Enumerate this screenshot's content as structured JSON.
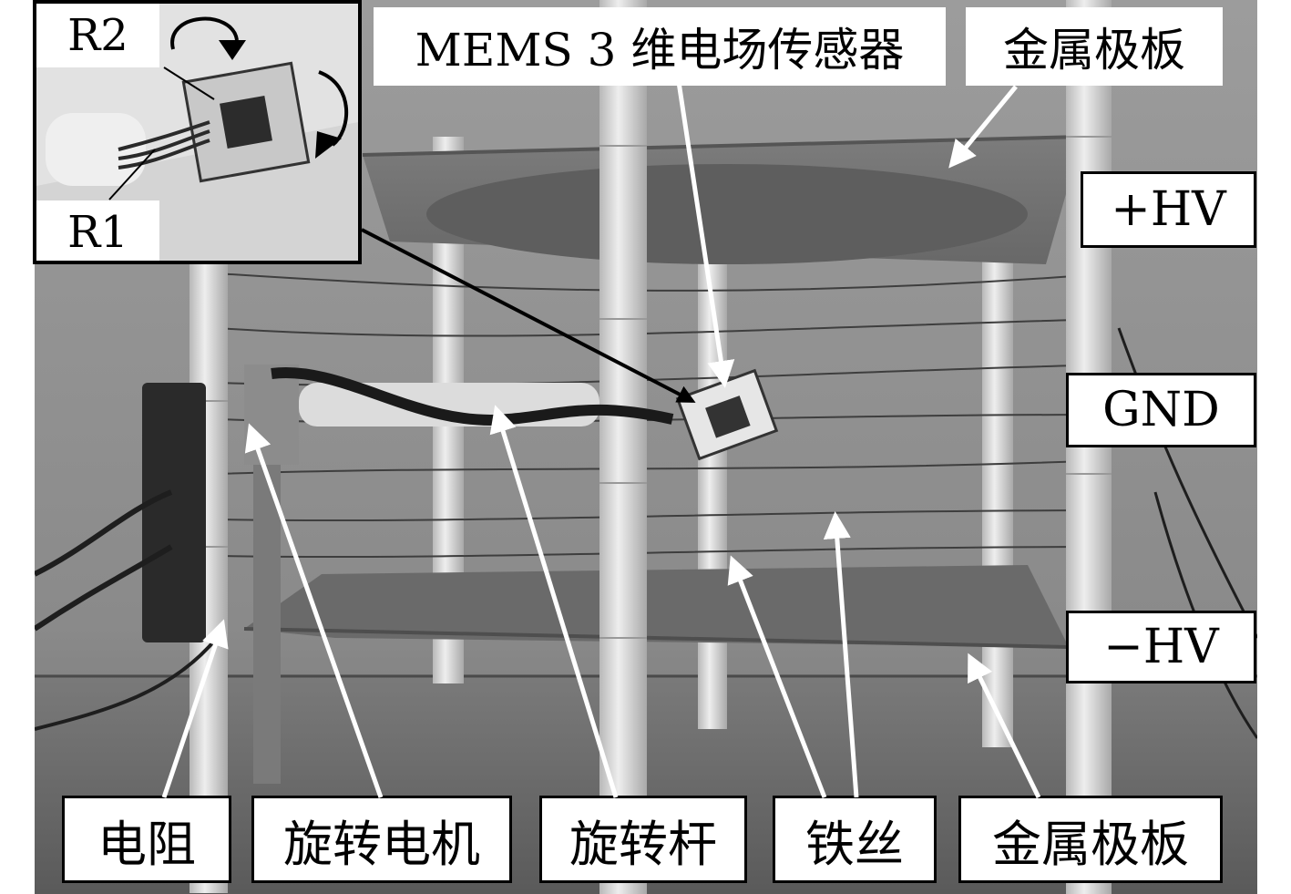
{
  "labels": {
    "mems_sensor": "MEMS 3 维电场传感器",
    "metal_plate_top": "金属极板",
    "metal_plate_bottom": "金属极板",
    "plus_hv": "+HV",
    "gnd": "GND",
    "minus_hv": "−HV",
    "resistor": "电阻",
    "rotating_motor": "旋转电机",
    "rotating_rod": "旋转杆",
    "iron_wire": "铁丝"
  },
  "inset": {
    "r2": "R2",
    "r1": "R1"
  }
}
